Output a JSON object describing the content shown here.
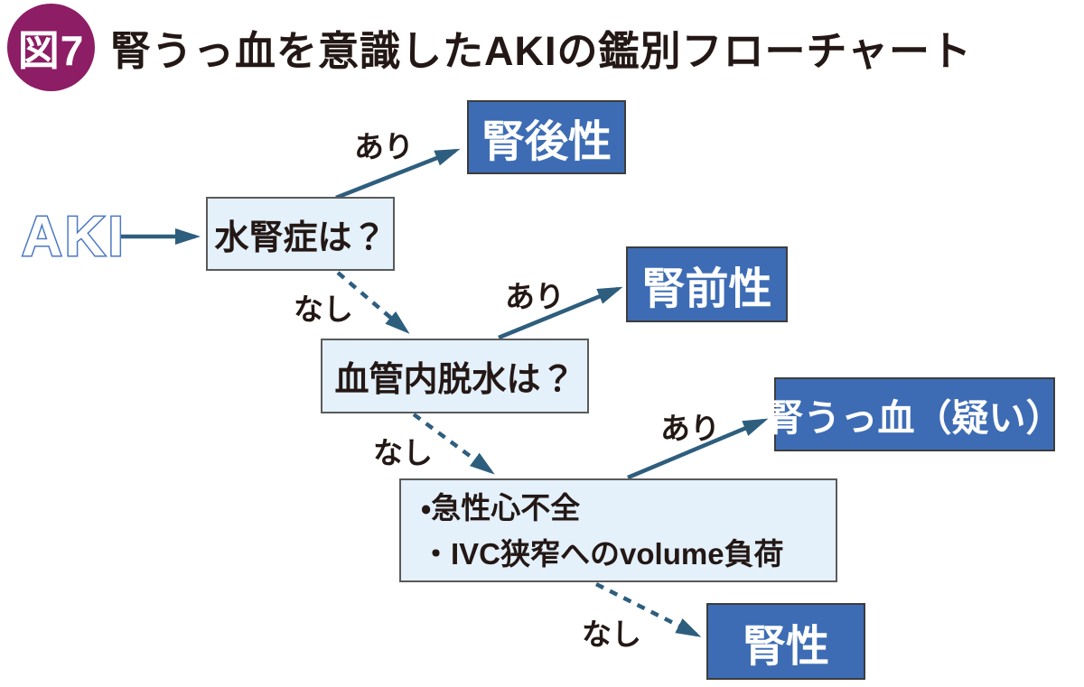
{
  "figure": {
    "badge_label": "図7",
    "title": "腎うっ血を意識したAKIの鑑別フローチャート"
  },
  "flow": {
    "start_label": "AKI",
    "decisions": [
      {
        "label": "水腎症は？"
      },
      {
        "label": "血管内脱水は？"
      },
      {
        "lines": [
          "・急性心不全",
          "・IVC狭窄へのvolume負荷"
        ]
      }
    ],
    "outcomes": [
      {
        "label": "腎後性"
      },
      {
        "label": "腎前性"
      },
      {
        "label": "腎うっ血（疑い）"
      },
      {
        "label": "腎性"
      }
    ],
    "edge_labels": {
      "yes": "あり",
      "no": "なし"
    }
  },
  "colors": {
    "badge": "#8d1d65",
    "text": "#231815",
    "decision_fill": "#e4f0fa",
    "decision_border": "#5a5a5a",
    "outcome_fill": "#3d6cb4",
    "outcome_border": "#3d3d3d",
    "arrow": "#2e5e7e",
    "aki_outline": "#4a78c4"
  }
}
